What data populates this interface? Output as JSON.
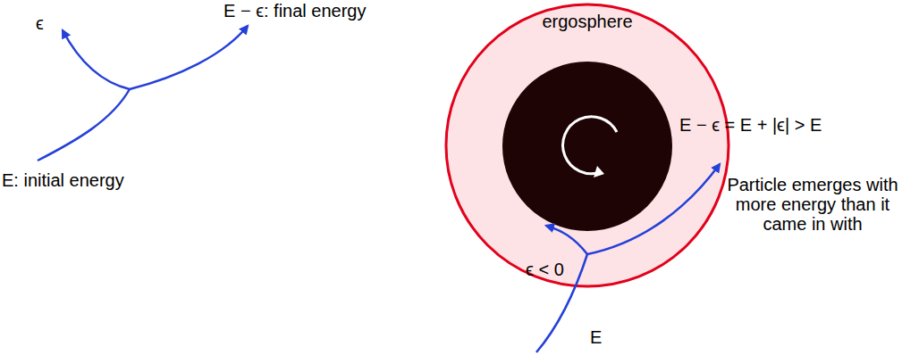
{
  "diagram": {
    "nodes": [
      {
        "text": [
          "ergosphere"
        ]
      }
    ],
    "labels": [
      "E − ϵ: final energy",
      "ϵ",
      "E: initial energy",
      "E − ϵ = E + |ϵ| > E",
      "Particle emerges with more energy than it came in with",
      "ϵ < 0",
      "E"
    ]
  }
}
